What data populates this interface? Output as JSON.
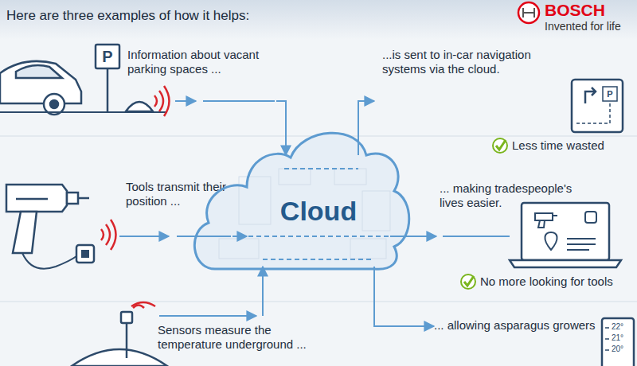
{
  "diagram": {
    "nodes": [
      {
        "text": [
          "Information about vacant parking spaces ..."
        ]
      },
      {
        "text": [
          "...is sent to in-car navigation systems via the cloud."
        ]
      },
      {
        "text": [
          "Tools transmit their position ..."
        ]
      },
      {
        "text": [
          "Cloud"
        ]
      },
      {
        "text": [
          "... making tradespeople's lives easier."
        ]
      },
      {
        "text": [
          "Sensors measure the temperature underground ..."
        ]
      },
      {
        "text": [
          "... allowing asparagus growers"
        ]
      }
    ],
    "edges": [
      {
        "from": 0,
        "to": 3,
        "arrow": "to"
      },
      {
        "from": 3,
        "to": 1,
        "arrow": "to"
      },
      {
        "from": 2,
        "to": 3,
        "arrow": "to"
      },
      {
        "from": 3,
        "to": 4,
        "arrow": "to"
      },
      {
        "from": 5,
        "to": 3,
        "arrow": "to"
      },
      {
        "from": 3,
        "to": 6,
        "arrow": "to"
      }
    ],
    "labels": [
      "Here are three examples of how it helps:",
      "BOSCH",
      "Invented for life",
      "P",
      "P",
      "Less time wasted",
      "No more looking for tools",
      "22°",
      "21°",
      "20°"
    ]
  }
}
